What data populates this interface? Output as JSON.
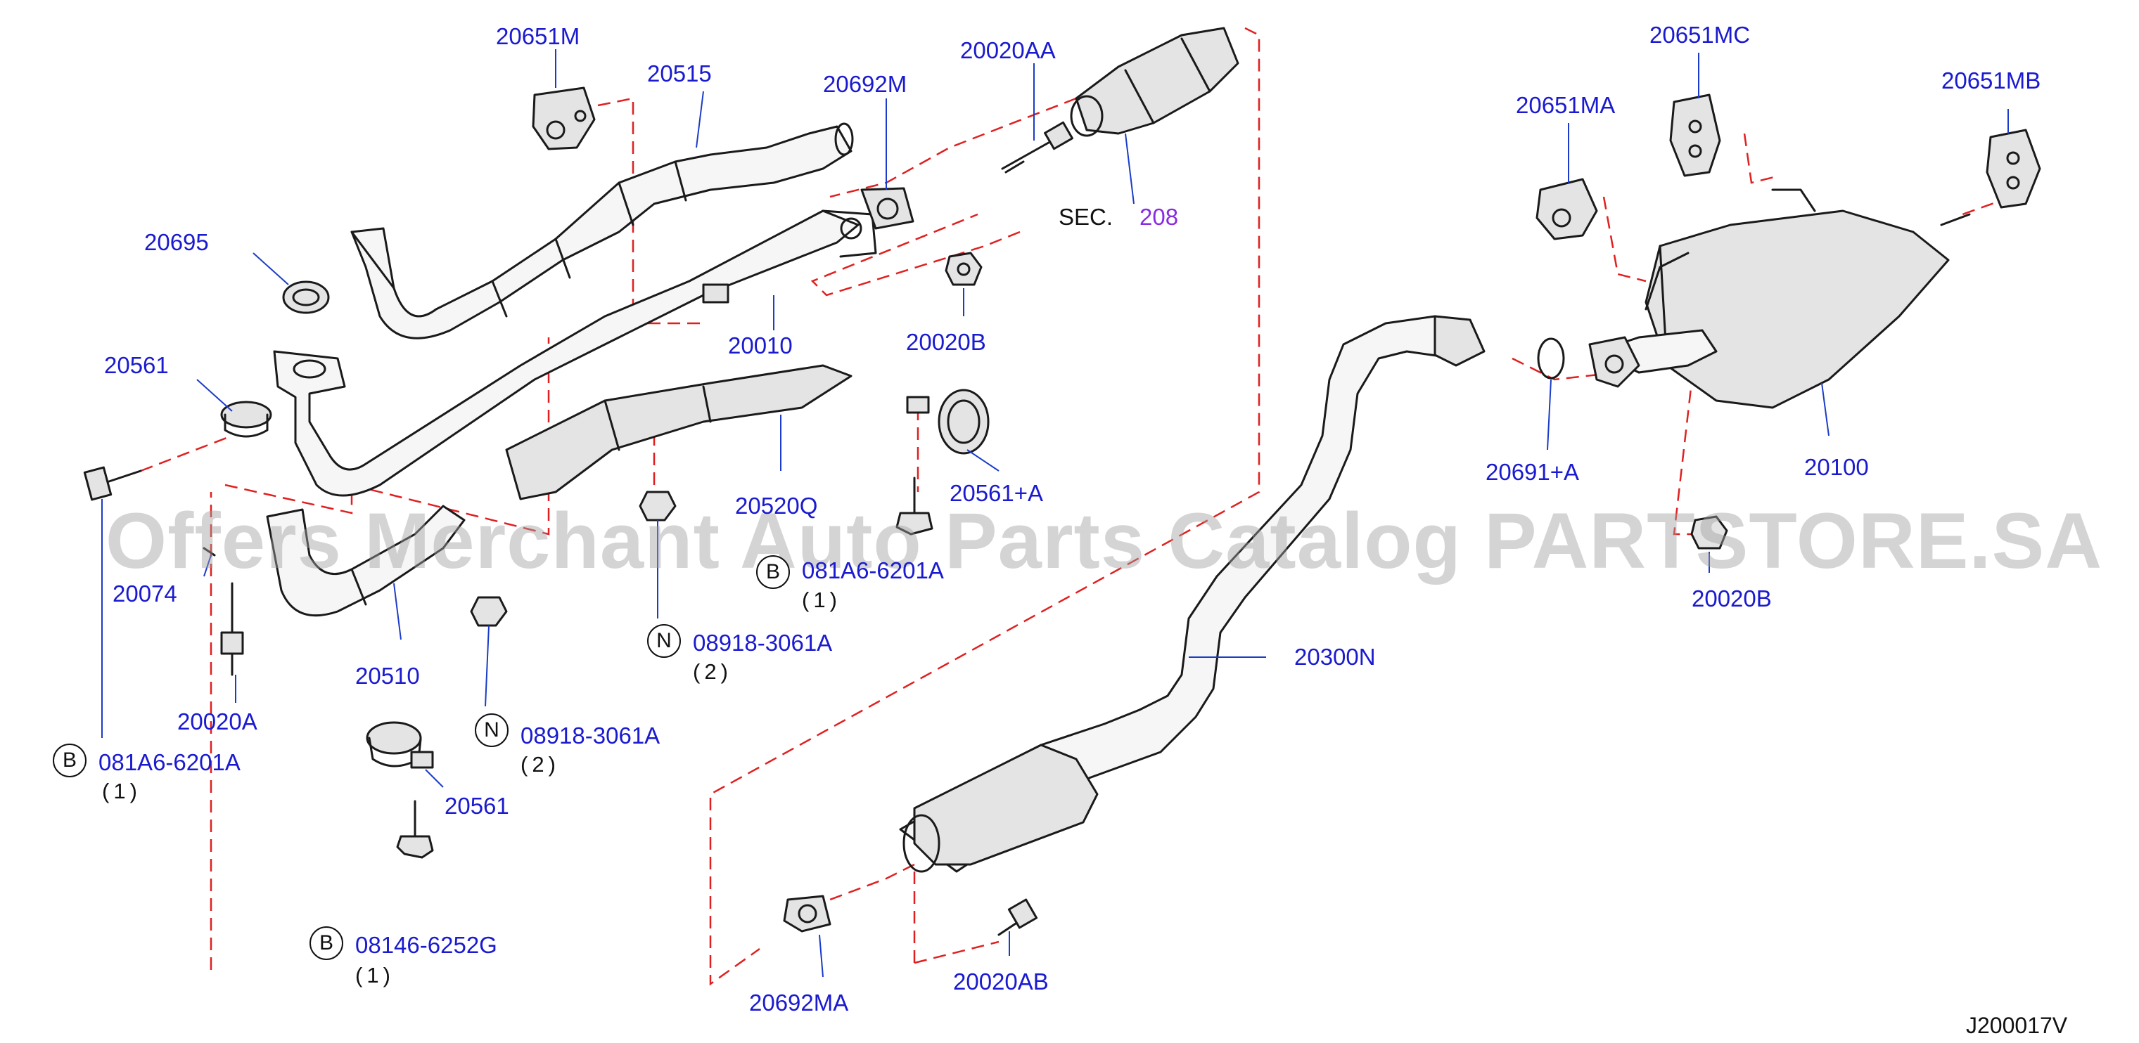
{
  "diagram_code": "J200017V",
  "watermark": "Offers Merchant Auto Parts Catalog PARTSTORE.SA",
  "section_ref": {
    "prefix": "SEC.",
    "number": "208"
  },
  "labels": {
    "p20651M": "20651M",
    "p20515": "20515",
    "p20692M": "20692M",
    "p20020AA": "20020AA",
    "p20695": "20695",
    "p20561_top": "20561",
    "p20010": "20010",
    "p20020B_top": "20020B",
    "p20520Q": "20520Q",
    "p20561A": "20561+A",
    "p20074": "20074",
    "p20510": "20510",
    "p20020A": "20020A",
    "p20561_bottom": "20561",
    "p20651MA": "20651MA",
    "p20651MC": "20651MC",
    "p20651MB": "20651MB",
    "p20691A": "20691+A",
    "p20100": "20100",
    "p20020B_right": "20020B",
    "p20300N": "20300N",
    "p20692MA": "20692MA",
    "p20020AB": "20020AB"
  },
  "callouts": {
    "bolt_left": {
      "symbol": "B",
      "part": "081A6-6201A",
      "qty": "(1)"
    },
    "bolt_mid": {
      "symbol": "B",
      "part": "081A6-6201A",
      "qty": "(1)"
    },
    "nut_center": {
      "symbol": "N",
      "part": "08918-3061A",
      "qty": "(2)"
    },
    "nut_lower": {
      "symbol": "N",
      "part": "08918-3061A",
      "qty": "(2)"
    },
    "bolt_bottom": {
      "symbol": "B",
      "part": "08146-6252G",
      "qty": "(1)"
    }
  },
  "colors": {
    "label": "#1a1ad0",
    "leader": "#1a3cc8",
    "dashed": "#e02020",
    "section": "#8a2be2"
  }
}
